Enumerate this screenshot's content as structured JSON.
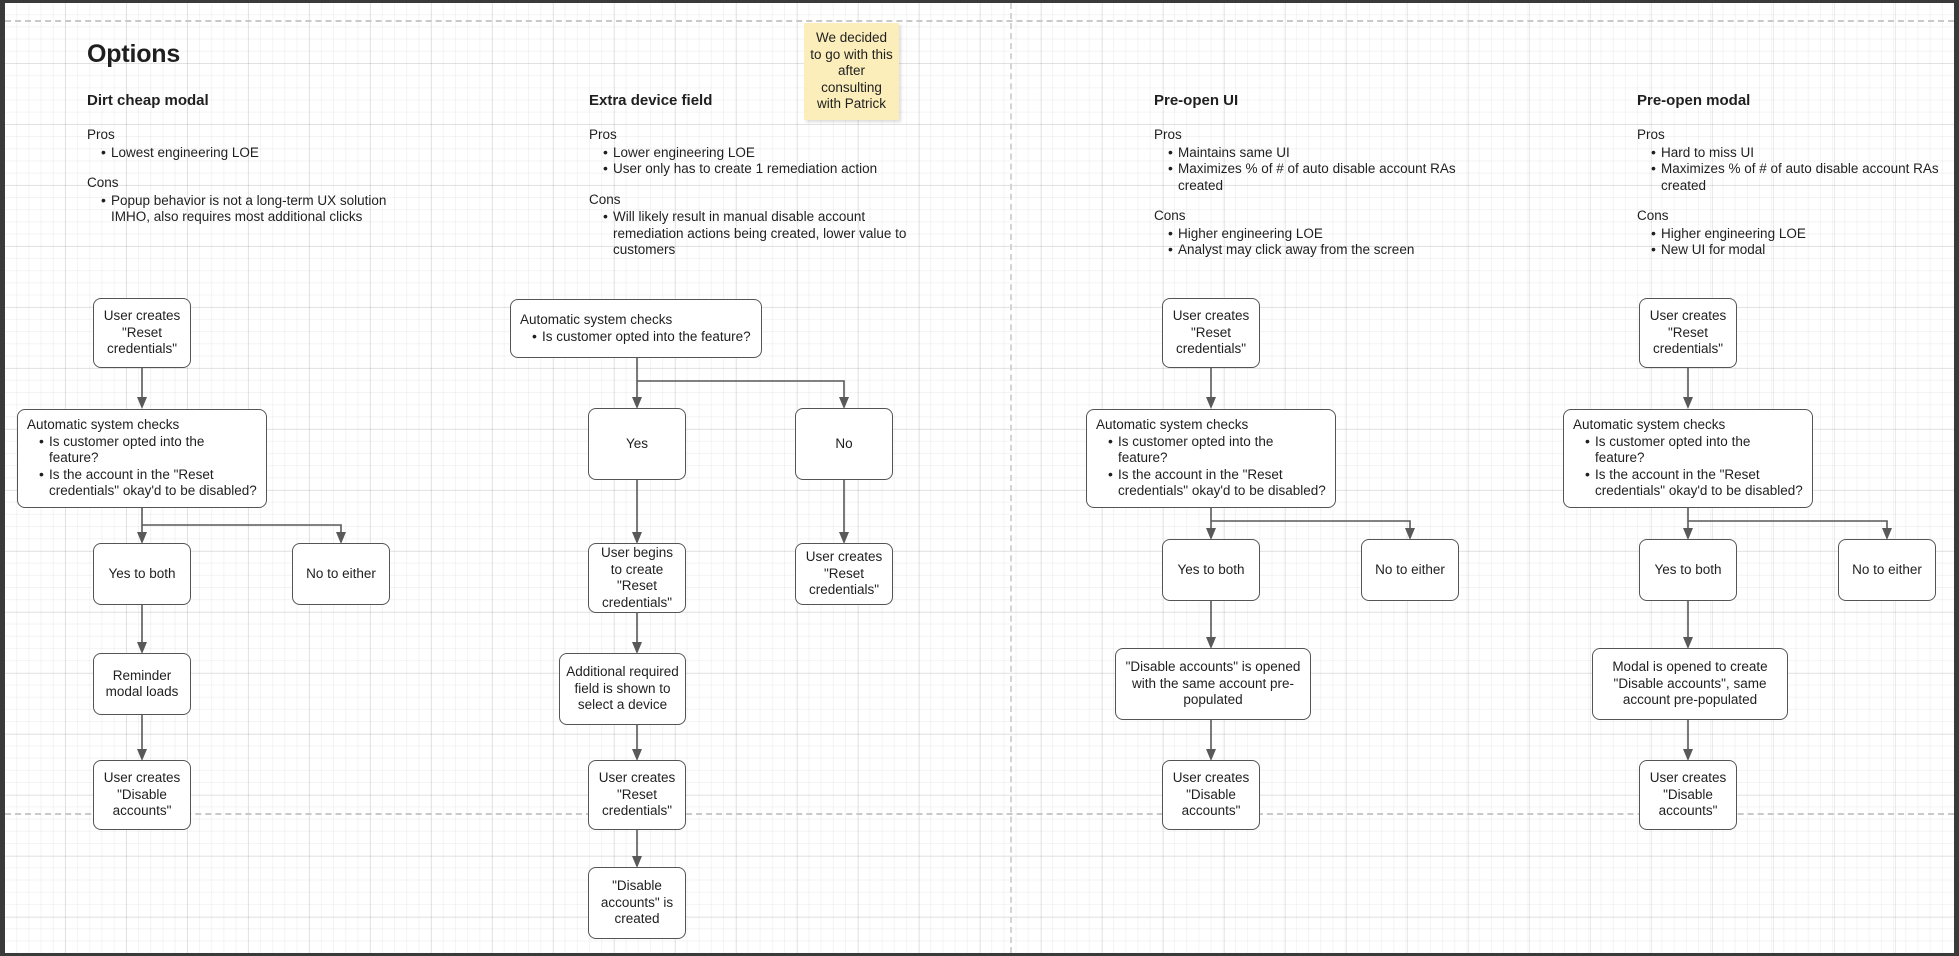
{
  "page": {
    "title": "Options"
  },
  "sticky_note": {
    "text": "We decided to go with this after consulting with Patrick",
    "color": "#fbeeba"
  },
  "columns": [
    {
      "title": "Dirt cheap modal",
      "pros_label": "Pros",
      "pros": [
        "Lowest engineering LOE"
      ],
      "cons_label": "Cons",
      "cons": [
        "Popup behavior is not a long-term UX solution IMHO, also requires most additional clicks"
      ],
      "nodes": {
        "start": "User creates \"Reset credentials\"",
        "checks_head": "Automatic system checks",
        "checks_items": [
          "Is customer opted into the feature?",
          "Is the account in the \"Reset credentials\" okay'd to be disabled?"
        ],
        "yes": "Yes to both",
        "no": "No to either",
        "reminder": "Reminder modal loads",
        "final": "User creates \"Disable accounts\""
      }
    },
    {
      "title": "Extra device field",
      "pros_label": "Pros",
      "pros": [
        "Lower engineering LOE",
        "User only has to create 1 remediation action"
      ],
      "cons_label": "Cons",
      "cons": [
        "Will likely result in manual disable account remediation actions being created, lower value to customers"
      ],
      "nodes": {
        "checks_head": "Automatic system checks",
        "checks_items": [
          "Is customer opted into the feature?"
        ],
        "yes": "Yes",
        "no": "No",
        "yes_next": "User begins to create \"Reset credentials\"",
        "no_next": "User creates \"Reset credentials\"",
        "extra_field": "Additional required field is shown to select a device",
        "reset_created": "User creates \"Reset credentials\"",
        "final": "\"Disable accounts\" is created"
      }
    },
    {
      "title": "Pre-open UI",
      "pros_label": "Pros",
      "pros": [
        "Maintains same UI",
        "Maximizes % of # of auto disable account RAs created"
      ],
      "cons_label": "Cons",
      "cons": [
        "Higher engineering LOE",
        "Analyst may click away from the screen"
      ],
      "nodes": {
        "start": "User creates \"Reset credentials\"",
        "checks_head": "Automatic system checks",
        "checks_items": [
          "Is customer opted into the feature?",
          "Is the account in the \"Reset credentials\" okay'd to be disabled?"
        ],
        "yes": "Yes to both",
        "no": "No to either",
        "opened": "\"Disable accounts\" is opened with the same account pre-populated",
        "final": "User creates \"Disable accounts\""
      }
    },
    {
      "title": "Pre-open modal",
      "pros_label": "Pros",
      "pros": [
        "Hard to miss UI",
        "Maximizes % of # of auto disable account RAs created"
      ],
      "cons_label": "Cons",
      "cons": [
        "Higher engineering LOE",
        "New UI for modal"
      ],
      "nodes": {
        "start": "User creates \"Reset credentials\"",
        "checks_head": "Automatic system checks",
        "checks_items": [
          "Is customer opted into the feature?",
          "Is the account in the \"Reset credentials\" okay'd to be disabled?"
        ],
        "yes": "Yes to both",
        "no": "No to either",
        "opened": "Modal is opened to create \"Disable accounts\", same account pre-populated",
        "final": "User creates \"Disable accounts\""
      }
    }
  ]
}
